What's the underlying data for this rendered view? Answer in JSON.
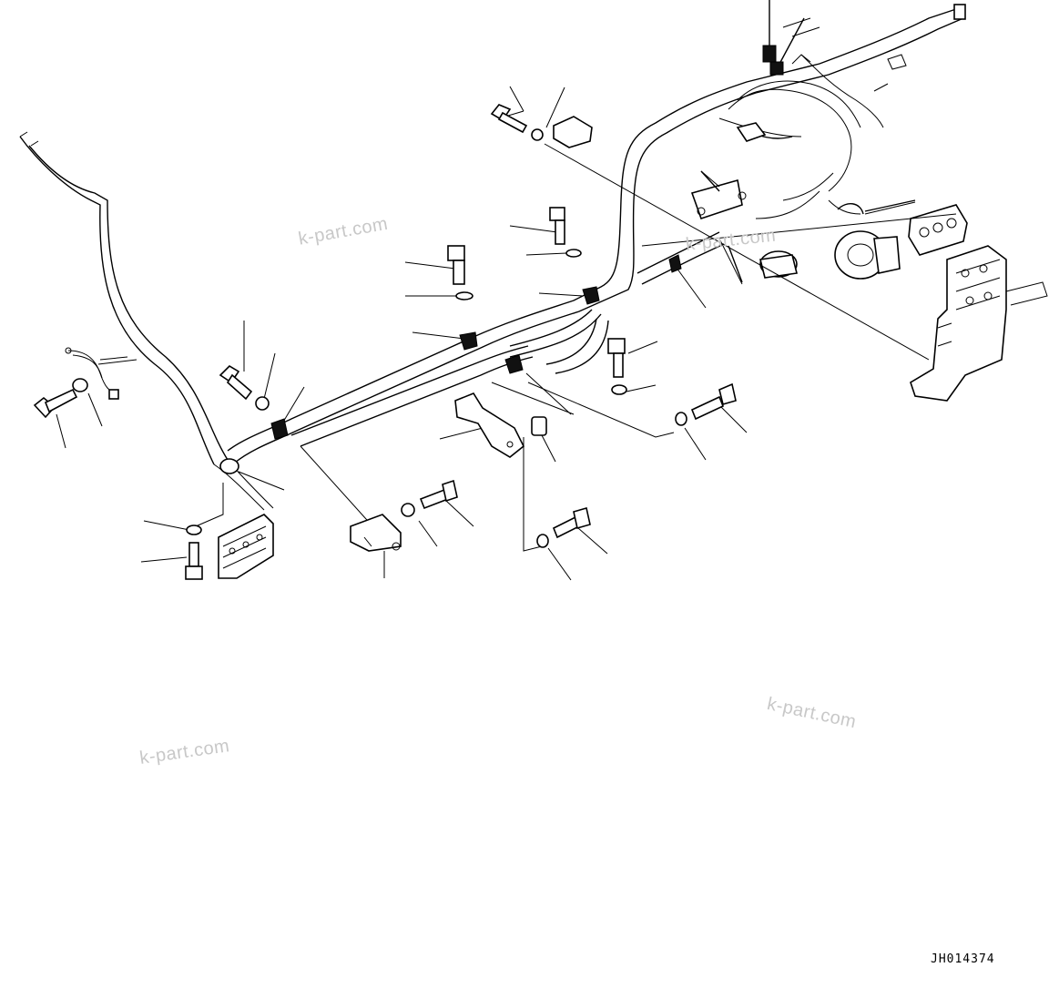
{
  "watermarks": [
    "k-part.com",
    "k-part.com",
    "k-part.com",
    "k-part.com"
  ],
  "drawing_code": "JH014374"
}
